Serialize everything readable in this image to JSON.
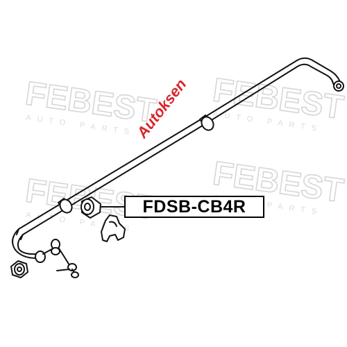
{
  "watermark": {
    "brand": "FEBEST",
    "tagline": "AUTO PARTS"
  },
  "part_label": {
    "code": "FDSB-CB4R"
  },
  "stamp": {
    "text": "Autoksen"
  },
  "colors": {
    "line": "#111111",
    "watermark": "#d6d6d6",
    "stamp": "#d8262b"
  }
}
